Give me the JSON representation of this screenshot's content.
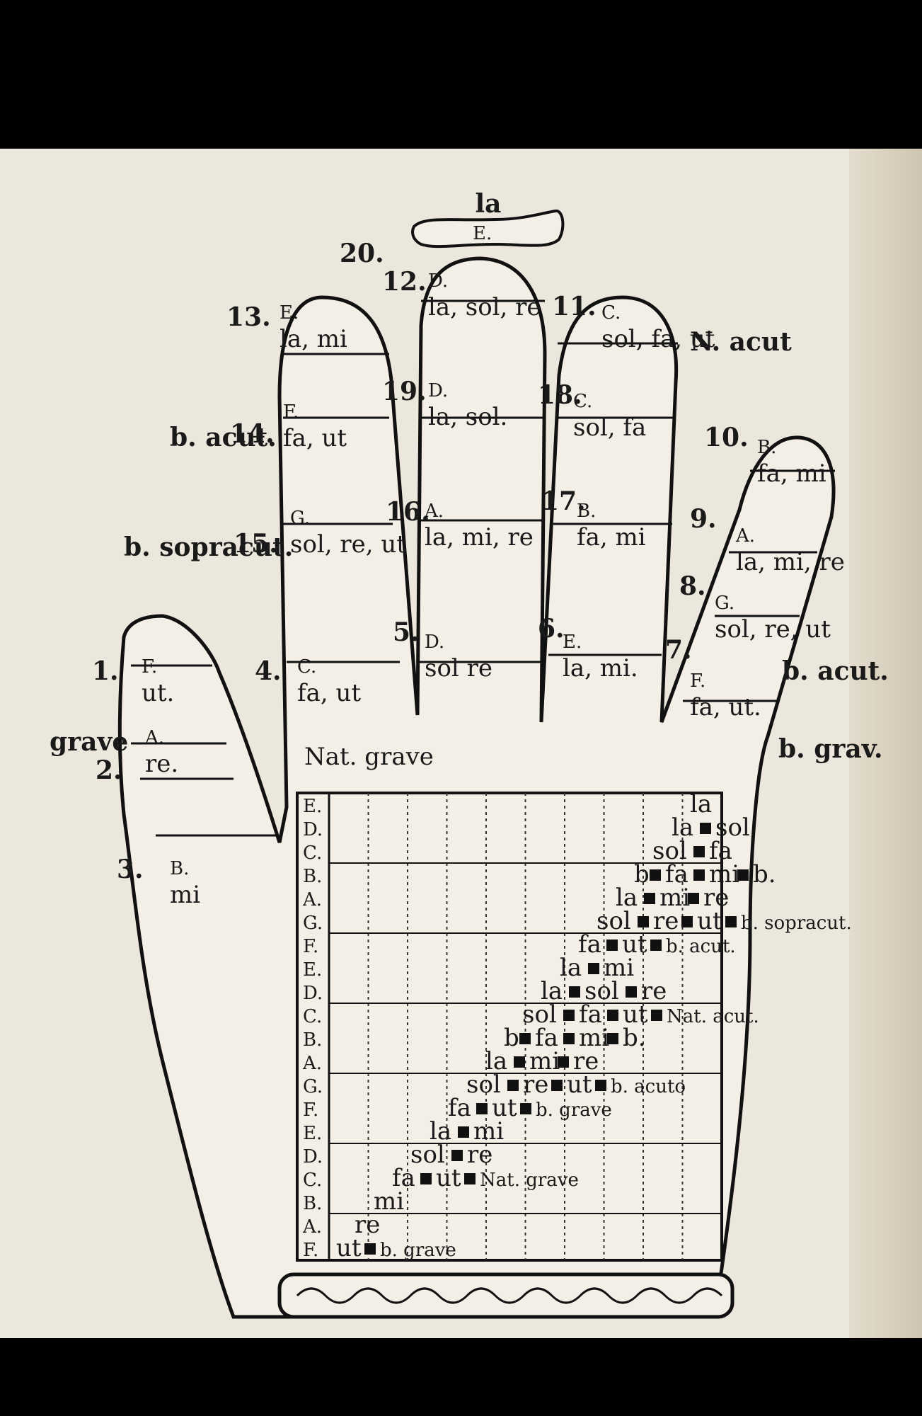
{
  "scroll": {
    "top": "la",
    "number": "20.",
    "note": "E."
  },
  "finger_labels": [
    {
      "id": "thumb-1",
      "note": "F.",
      "syl": "ut.",
      "num": "1."
    },
    {
      "id": "thumb-2",
      "note": "A.",
      "syl": "re.",
      "num": "2."
    },
    {
      "id": "thumb-3",
      "note": "B.",
      "syl": "mi",
      "num": "3."
    },
    {
      "id": "index-4",
      "note": "C.",
      "syl": "fa, ut",
      "num": "4."
    },
    {
      "id": "index-15",
      "note": "G.",
      "syl": "sol, re, ut",
      "num": "15."
    },
    {
      "id": "index-14",
      "note": "F.",
      "syl": "fa, ut",
      "num": "14."
    },
    {
      "id": "index-13",
      "note": "E.",
      "syl": "la, mi",
      "num": "13."
    },
    {
      "id": "middle-12",
      "note": "D.",
      "syl": "la, sol, re",
      "num": "12."
    },
    {
      "id": "middle-19",
      "note": "D.",
      "syl": "la, sol.",
      "num": "19."
    },
    {
      "id": "middle-16",
      "note": "A.",
      "syl": "la, mi, re",
      "num": "16."
    },
    {
      "id": "middle-5",
      "note": "D.",
      "syl": "sol re",
      "num": "5."
    },
    {
      "id": "ring-11",
      "note": "C.",
      "syl": "sol, fa, ut",
      "num": "11."
    },
    {
      "id": "ring-18",
      "note": "C.",
      "syl": "sol, fa",
      "num": "18."
    },
    {
      "id": "ring-17",
      "note": "B.",
      "syl": "fa, mi",
      "num": "17."
    },
    {
      "id": "ring-6",
      "note": "E.",
      "syl": "la, mi.",
      "num": "6."
    },
    {
      "id": "little-10",
      "note": "B.",
      "syl": "fa, mi",
      "num": "10."
    },
    {
      "id": "little-9",
      "note": "A.",
      "syl": "la, mi, re",
      "num": "9."
    },
    {
      "id": "little-8",
      "note": "G.",
      "syl": "sol, re, ut",
      "num": "8."
    },
    {
      "id": "little-7",
      "note": "F.",
      "syl": "fa, ut.",
      "num": "7."
    }
  ],
  "side_labels": {
    "grave": "grave",
    "nat_grave": "Nat. grave",
    "b_acut": "b. acut.",
    "b_sopracut": "b. sopracut.",
    "n_acut": "N. acut",
    "b_acut_right": "b. acut.",
    "b_grav_right": "b. grav."
  },
  "table": {
    "letters": [
      "E.",
      "D.",
      "C.",
      "B.",
      "A.",
      "G.",
      "F.",
      "E.",
      "D.",
      "C.",
      "B.",
      "A.",
      "G.",
      "F.",
      "E.",
      "D.",
      "C.",
      "B.",
      "A.",
      "F."
    ],
    "rows": [
      [
        "la"
      ],
      [
        "la",
        "sol"
      ],
      [
        "sol",
        "fa"
      ],
      [
        "b",
        "fa",
        "mi",
        "b."
      ],
      [
        "la",
        "mi",
        "re"
      ],
      [
        "sol",
        "re",
        "ut",
        "b. sopracut."
      ],
      [
        "fa",
        "ut",
        "b. acut."
      ],
      [
        "la",
        "mi"
      ],
      [
        "la",
        "sol",
        "re"
      ],
      [
        "sol",
        "fa",
        "ut",
        "Nat. acut."
      ],
      [
        "b",
        "fa",
        "mi",
        "b."
      ],
      [
        "la",
        "mi",
        "re"
      ],
      [
        "sol",
        "re",
        "ut",
        "b. acuto"
      ],
      [
        "fa",
        "ut",
        "b. grave"
      ],
      [
        "la",
        "mi"
      ],
      [
        "sol",
        "re"
      ],
      [
        "fa",
        "ut",
        "Nat. grave"
      ],
      [
        "mi"
      ],
      [
        "re"
      ],
      [
        "ut",
        "b. grave"
      ]
    ]
  }
}
